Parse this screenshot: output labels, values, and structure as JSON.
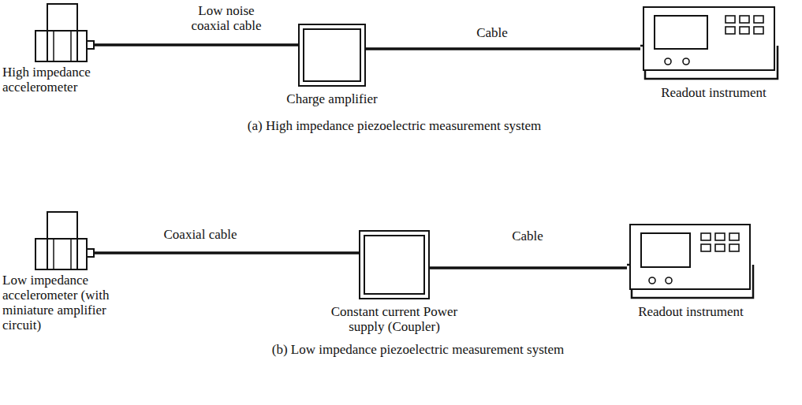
{
  "diagram": {
    "nodes": [
      {
        "text": [
          "High impedance accelerometer"
        ]
      },
      {
        "text": [
          "Charge amplifier"
        ]
      },
      {
        "text": [
          "Readout instrument"
        ]
      },
      {
        "text": [
          "Low impedance accelerometer (with miniature amplifier circuit)"
        ]
      },
      {
        "text": [
          "Constant current Power supply (Coupler)"
        ]
      },
      {
        "text": [
          "Readout instrument"
        ]
      }
    ],
    "edges": [
      {
        "from": 0,
        "to": 1,
        "arrow": "none",
        "label": "Low noise coaxial cable"
      },
      {
        "from": 1,
        "to": 2,
        "arrow": "none",
        "label": "Cable"
      },
      {
        "from": 3,
        "to": 4,
        "arrow": "none",
        "label": "Coaxial cable"
      },
      {
        "from": 4,
        "to": 5,
        "arrow": "none",
        "label": "Cable"
      }
    ],
    "labels": [
      "(a) High impedance piezoelectric measurement system",
      "(b) Low impedance piezoelectric measurement system"
    ]
  }
}
